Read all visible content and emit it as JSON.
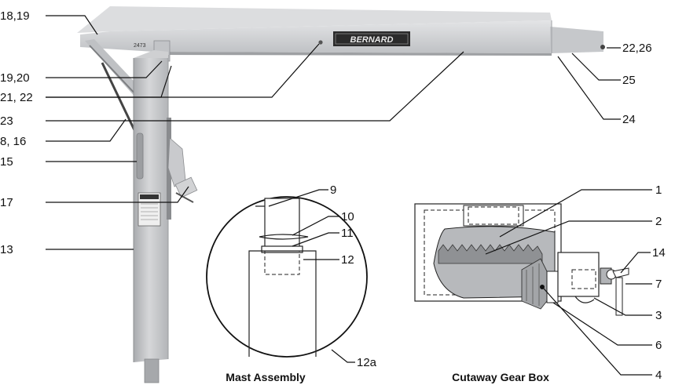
{
  "brand": "BERNARD",
  "model_tag": "2473",
  "colors": {
    "metal_light": "#d4d5d7",
    "metal_mid": "#b9bbbe",
    "metal_dark": "#8e9094",
    "ink": "#111111",
    "plate": "#2b2b2b"
  },
  "callouts": {
    "c18_19": "18,19",
    "c19_20": "19,20",
    "c21_22": "21, 22",
    "c23": "23",
    "c8_16": "8, 16",
    "c15": "15",
    "c17": "17",
    "c13": "13",
    "c22_26": "22,26",
    "c25": "25",
    "c24": "24",
    "c9": "9",
    "c10": "10",
    "c11": "11",
    "c12": "12",
    "c12a": "12a",
    "c1": "1",
    "c2": "2",
    "c14": "14",
    "c7": "7",
    "c3": "3",
    "c6": "6",
    "c4": "4"
  },
  "captions": {
    "mast": "Mast Assembly",
    "gearbox": "Cutaway Gear Box"
  }
}
